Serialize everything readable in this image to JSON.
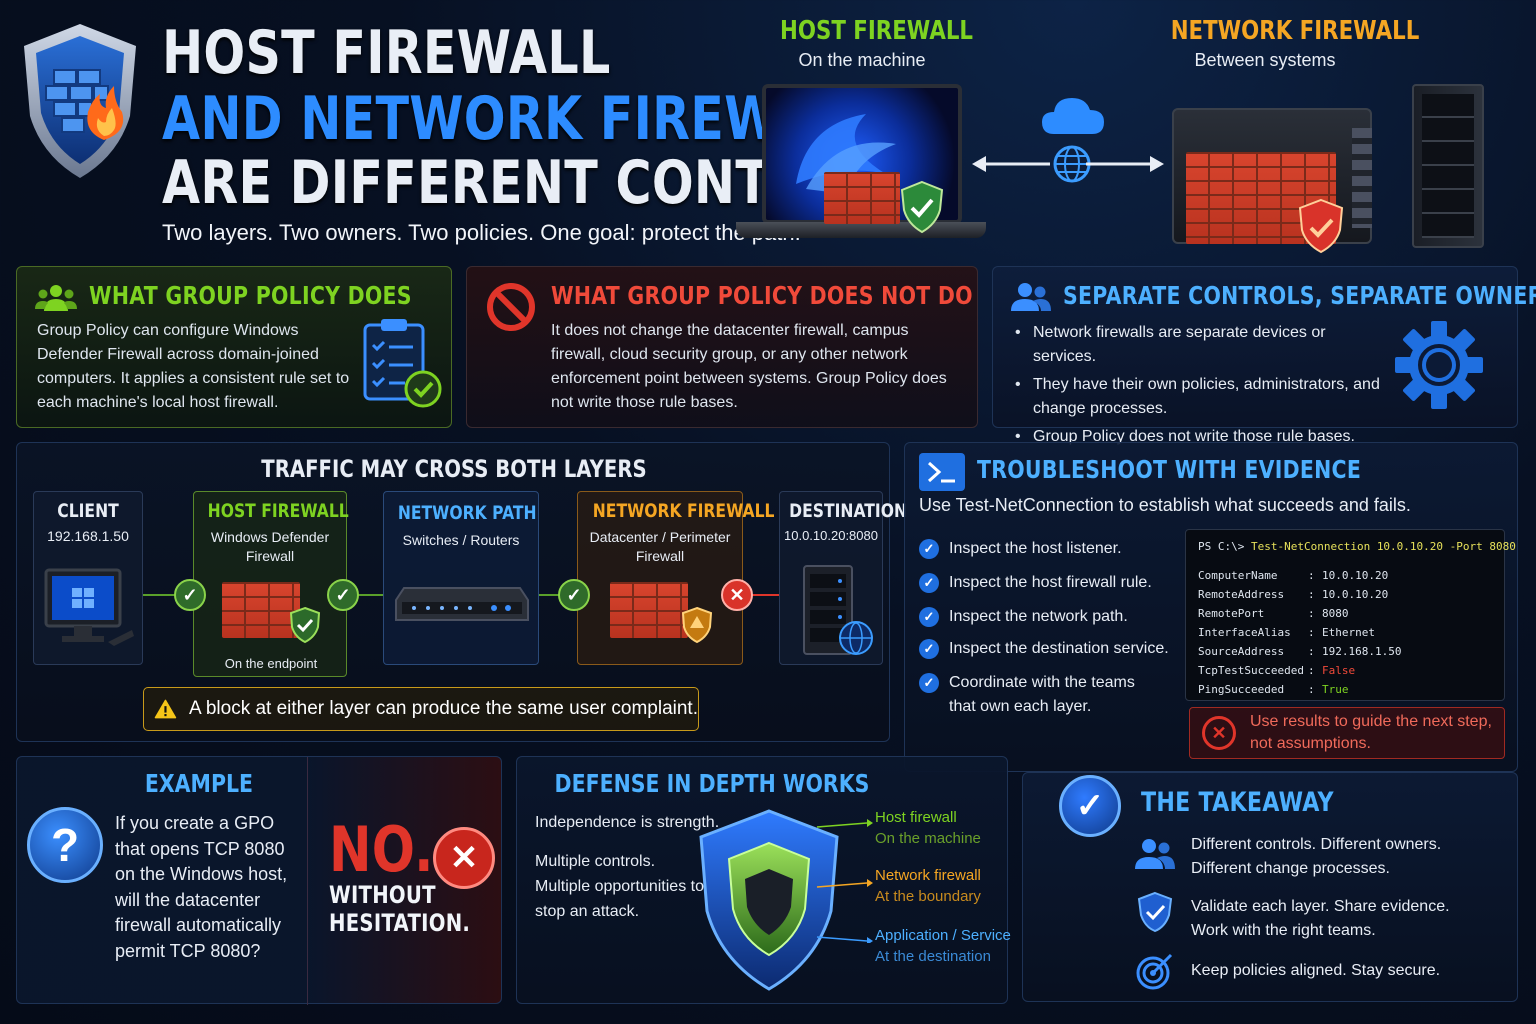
{
  "title": {
    "line1": "HOST FIREWALL",
    "line2": "AND NETWORK FIREWALL",
    "line3": "ARE DIFFERENT CONTROLS",
    "subtitle": "Two layers. Two owners. Two policies. One goal: protect the path."
  },
  "hero": {
    "host_title": "HOST FIREWALL",
    "host_sub": "On the machine",
    "net_title": "NETWORK FIREWALL",
    "net_sub": "Between systems"
  },
  "gp_does": {
    "title": "WHAT GROUP POLICY DOES",
    "text": "Group Policy can configure Windows Defender Firewall across domain-joined computers. It applies a consistent rule set to each machine's local host firewall."
  },
  "gp_not": {
    "title": "WHAT GROUP POLICY DOES NOT DO",
    "text": "It does not change the datacenter firewall, campus firewall, cloud security group, or any other network enforcement point between systems. Group Policy does not write those rule bases."
  },
  "separate": {
    "title": "SEPARATE CONTROLS, SEPARATE OWNERS",
    "items": [
      "Network firewalls are separate devices or services.",
      "They have their own policies, administrators, and change processes.",
      "Group Policy does not write those rule bases."
    ]
  },
  "traffic": {
    "title": "TRAFFIC MAY CROSS BOTH LAYERS",
    "client": {
      "title": "CLIENT",
      "sub": "192.168.1.50"
    },
    "host": {
      "title": "HOST FIREWALL",
      "sub": "Windows Defender Firewall",
      "foot": "On the endpoint"
    },
    "path": {
      "title": "NETWORK PATH",
      "sub": "Switches / Routers"
    },
    "netfw": {
      "title": "NETWORK FIREWALL",
      "sub": "Datacenter / Perimeter Firewall"
    },
    "dest": {
      "title": "DESTINATION",
      "sub": "10.0.10.20:8080"
    },
    "warning": "A block at either layer can produce the same user complaint."
  },
  "troubleshoot": {
    "title": "TROUBLESHOOT WITH EVIDENCE",
    "intro": "Use Test-NetConnection to establish what succeeds and fails.",
    "steps": [
      "Inspect the host listener.",
      "Inspect the host firewall rule.",
      "Inspect the network path.",
      "Inspect the destination service.",
      "Coordinate with the teams that own each layer."
    ],
    "prompt": "PS C:\\>",
    "command": "Test-NetConnection 10.0.10.20 -Port 8080",
    "rows": [
      {
        "k": "ComputerName",
        "v": "10.0.10.20"
      },
      {
        "k": "RemoteAddress",
        "v": "10.0.10.20"
      },
      {
        "k": "RemotePort",
        "v": "8080"
      },
      {
        "k": "InterfaceAlias",
        "v": "Ethernet"
      },
      {
        "k": "SourceAddress",
        "v": "192.168.1.50"
      },
      {
        "k": "TcpTestSucceeded",
        "v": "False"
      },
      {
        "k": "PingSucceeded",
        "v": "True"
      }
    ],
    "note": "Use results to guide the next step, not assumptions."
  },
  "example": {
    "title": "EXAMPLE",
    "question": "If you create a GPO that opens TCP 8080 on the Windows host, will the datacenter firewall automatically permit TCP 8080?",
    "answer": "NO.",
    "answer_sub": "WITHOUT HESITATION."
  },
  "defense": {
    "title": "DEFENSE IN DEPTH WORKS",
    "p1": "Independence is strength.",
    "p2": "Multiple controls. Multiple opportunities to stop an attack.",
    "layers": [
      {
        "t": "Host firewall",
        "s": "On the machine"
      },
      {
        "t": "Network firewall",
        "s": "At the boundary"
      },
      {
        "t": "Application / Service",
        "s": "At the destination"
      }
    ]
  },
  "takeaway": {
    "title": "THE TAKEAWAY",
    "items": [
      "Different controls. Different owners. Different change processes.",
      "Validate each layer. Share evidence. Work with the right teams.",
      "Keep policies aligned. Stay secure."
    ]
  },
  "colors": {
    "green": "#7ed321",
    "orange": "#f5a623",
    "red": "#f04a3a",
    "blue": "#3b9cff",
    "panel": "#0a1428"
  }
}
